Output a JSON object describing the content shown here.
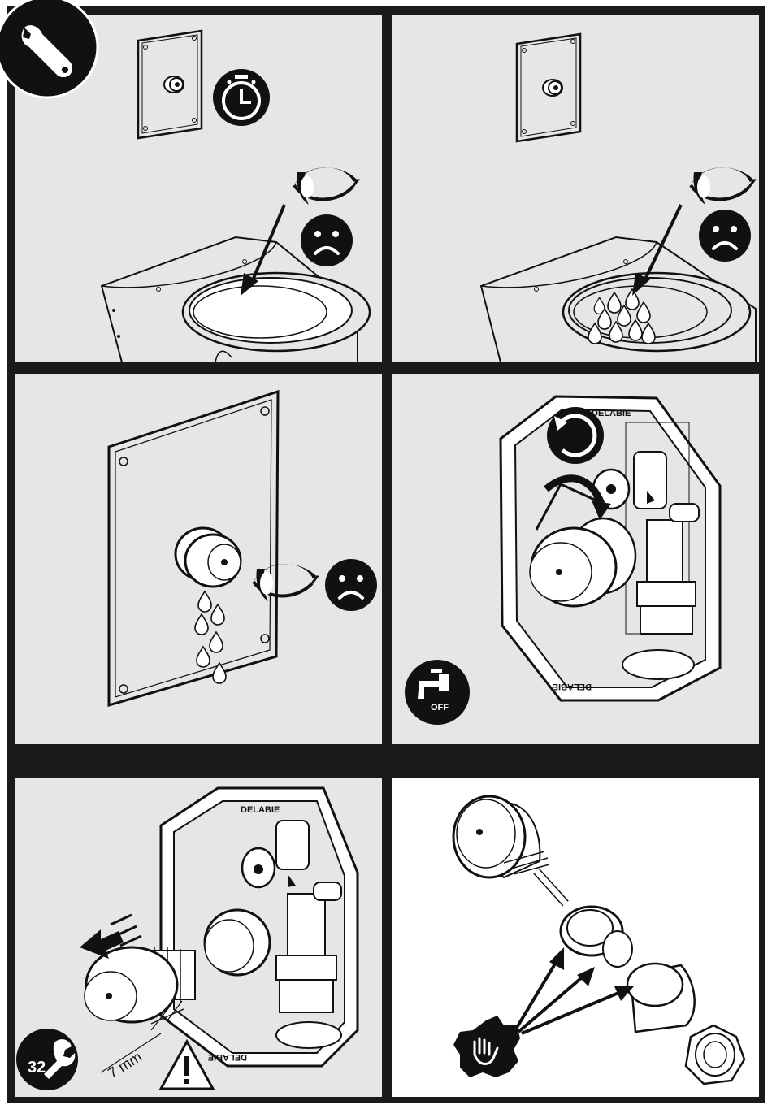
{
  "brand": "DELABIE",
  "badges": {
    "tap_off": "OFF",
    "wrench_size": "32"
  },
  "measurement": "7 mm",
  "colors": {
    "panel_bg": "#e6e6e6",
    "frame": "#1a1a1a",
    "icon_fill": "#111111",
    "line": "#1a1a1a"
  },
  "icons": [
    "wrench-icon",
    "timer-icon",
    "eye-icon",
    "sad-face-icon",
    "water-drop-icon",
    "rotate-icon",
    "tap-off-icon",
    "pull-arrow-icon",
    "warning-icon",
    "wipe-hand-icon"
  ]
}
